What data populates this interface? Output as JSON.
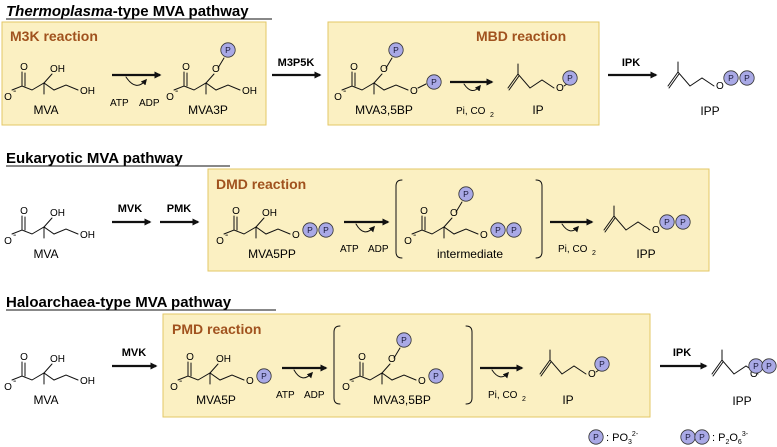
{
  "sections": [
    {
      "title_italic": "Thermoplasma",
      "title_rest": "-type MVA pathway"
    },
    {
      "title": "Eukaryotic MVA pathway"
    },
    {
      "title": "Haloarchaea-type MVA pathway"
    }
  ],
  "reactions": [
    "M3K reaction",
    "MBD reaction",
    "DMD reaction",
    "PMD reaction"
  ],
  "enzymes": {
    "m3p5k": "M3P5K",
    "ipk": "IPK",
    "mvk": "MVK",
    "pmk": "PMK"
  },
  "compounds": {
    "mva": "MVA",
    "mva3p": "MVA3P",
    "mva35bp": "MVA3,5BP",
    "ip": "IP",
    "ipp": "IPP",
    "mva5pp": "MVA5PP",
    "intermediate": "intermediate",
    "mva5p": "MVA5P"
  },
  "cofactors": {
    "atp": "ATP",
    "adp": "ADP",
    "pi": "Pi, CO",
    "pi_sub": "2"
  },
  "atoms": {
    "o": "O",
    "oh": "OH",
    "p": "P",
    "neg": "-"
  },
  "legend": {
    "p_text": ": PO",
    "p_sup": "2-",
    "p_sub": "3",
    "pp_text": ": P",
    "pp_sub1": "2",
    "pp_o": "O",
    "pp_sub2": "6",
    "pp_sup": "3-"
  }
}
